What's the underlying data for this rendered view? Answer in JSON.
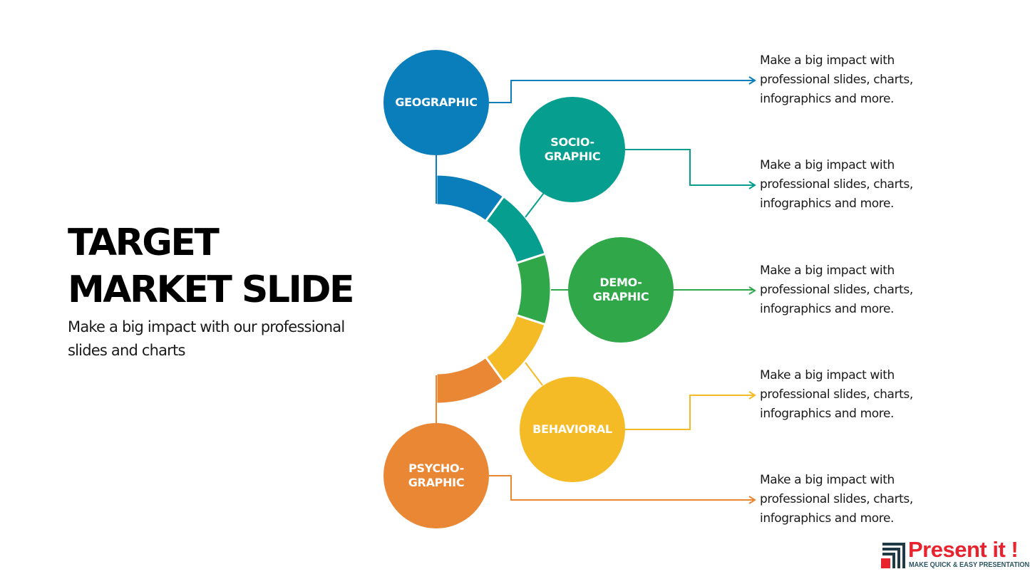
{
  "title": "TARGET\nMARKET SLIDE",
  "subtitle": "Make a big impact with our professional slides and charts",
  "segments": [
    {
      "id": "geographic",
      "label": "GEOGRAPHIC",
      "color": "#0a7dbb",
      "description": "Make a big impact with professional slides, charts, infographics and more."
    },
    {
      "id": "sociographic",
      "label": "SOCIO-\nGRAPHIC",
      "color": "#069e8e",
      "description": "Make a big impact with professional slides, charts, infographics and more."
    },
    {
      "id": "demographic",
      "label": "DEMO-\nGRAPHIC",
      "color": "#30a84a",
      "description": "Make a big impact with professional slides, charts, infographics and more."
    },
    {
      "id": "behavioral",
      "label": "BEHAVIORAL",
      "color": "#f5bb27",
      "description": "Make a big impact with professional slides, charts, infographics and more."
    },
    {
      "id": "psychographic",
      "label": "PSYCHO-\nGRAPHIC",
      "color": "#e98734",
      "description": "Make a big impact with professional slides, charts, infographics and more."
    }
  ],
  "logo": {
    "name": "Present it !",
    "tagline": "MAKE QUICK & EASY PRESENTATIONS",
    "brand_color": "#e8232e",
    "dark_color": "#1f3a44"
  }
}
